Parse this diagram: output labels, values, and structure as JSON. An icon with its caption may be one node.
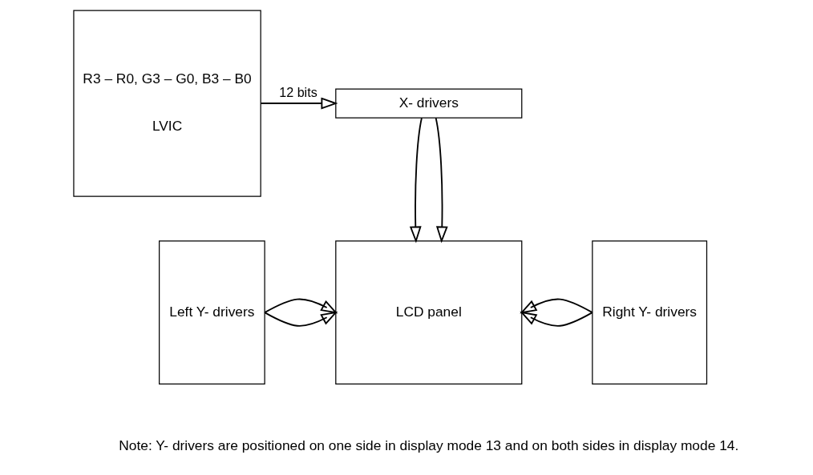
{
  "diagram": {
    "nodes": [
      {
        "text": [
          "R3 – R0, G3 – G0, B3 – B0",
          "LVIC"
        ]
      },
      {
        "text": [
          "X- drivers"
        ]
      },
      {
        "text": [
          "Left Y- drivers"
        ]
      },
      {
        "text": [
          "LCD panel"
        ]
      },
      {
        "text": [
          "Right Y- drivers"
        ]
      }
    ],
    "edges": [
      {
        "from": 0,
        "to": 1,
        "arrow": "to",
        "label": "12 bits"
      },
      {
        "from": 1,
        "to": 3,
        "arrow": "to"
      },
      {
        "from": 1,
        "to": 3,
        "arrow": "to"
      },
      {
        "from": 2,
        "to": 3,
        "arrow": "to"
      },
      {
        "from": 2,
        "to": 3,
        "arrow": "to"
      },
      {
        "from": 4,
        "to": 3,
        "arrow": "to"
      },
      {
        "from": 4,
        "to": 3,
        "arrow": "to"
      }
    ],
    "labels": [
      "Note: Y- drivers are positioned on one side in display mode 13 and on both sides in display mode 14."
    ]
  }
}
